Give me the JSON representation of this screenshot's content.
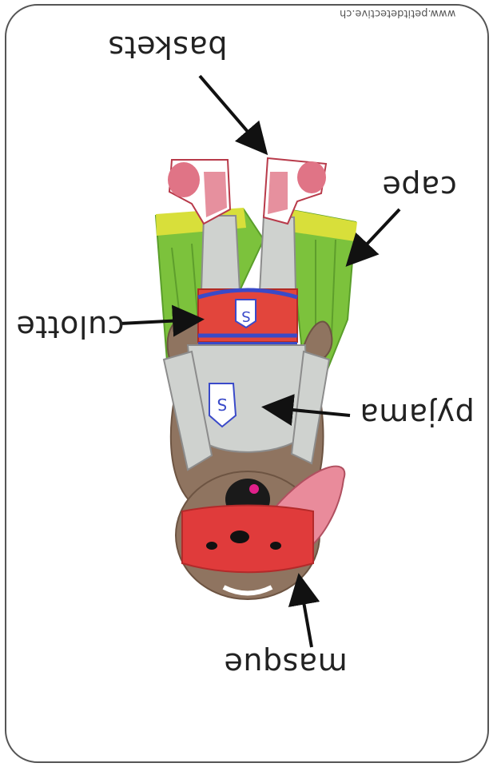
{
  "credit": "www.petitdetective.ch",
  "labels": {
    "baskets": "baskets",
    "cape": "cape",
    "culotte": "culotte",
    "pyjama": "pyjama",
    "masque": "masque"
  },
  "colors": {
    "card_border": "#555555",
    "cape": "#7cc23c",
    "cape_band": "#d8df3a",
    "fur": "#8f7460",
    "pajama": "#cfd2cf",
    "culotte": "#e2453c",
    "stripe": "#3a4ac9",
    "mask": "#e03b3b",
    "ear_inner": "#e98b9b",
    "arrow": "#111111"
  }
}
